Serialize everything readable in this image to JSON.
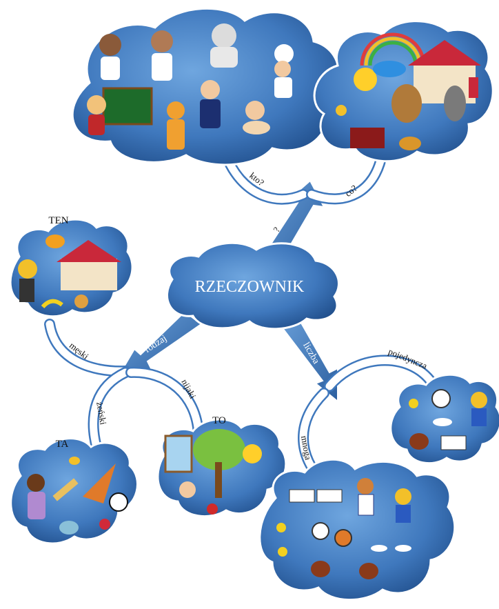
{
  "center": {
    "label": "RZECZOWNIK"
  },
  "branches": {
    "question": "?",
    "who": "kto?",
    "what": "co?",
    "gender": "rodzaj",
    "number": "liczba",
    "masculine": "męski",
    "feminine": "żeński",
    "neuter": "nijaki",
    "singular": "pojedyncza",
    "plural": "mnoga"
  },
  "headings": {
    "masculine": "TEN",
    "feminine": "TA",
    "neuter": "TO"
  },
  "colors": {
    "cloud_dark": "#1f4f8f",
    "cloud_light": "#5e97d4",
    "arrow": "#4a86c8",
    "background": "#ffffff"
  }
}
